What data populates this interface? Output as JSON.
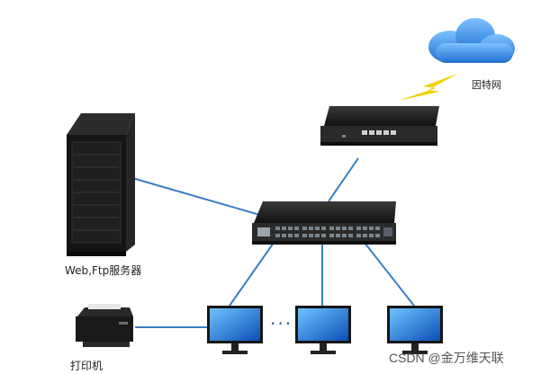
{
  "labels": {
    "internet": "因特网",
    "server": "Web,Ftp服务器",
    "printer": "打印机",
    "watermark": "CSDN @金万维天联",
    "ellipsis": "···"
  },
  "colors": {
    "link": "#3b7fc4",
    "lightning": "#f2d200",
    "cloud": "#3d8fe0",
    "device_dark": "#1c1c1c",
    "monitor_screen": "#1e6fd6"
  },
  "icons": [
    "cloud-icon",
    "lightning-icon",
    "router-icon",
    "switch-icon",
    "server-rack-icon",
    "printer-icon",
    "monitor-icon"
  ]
}
